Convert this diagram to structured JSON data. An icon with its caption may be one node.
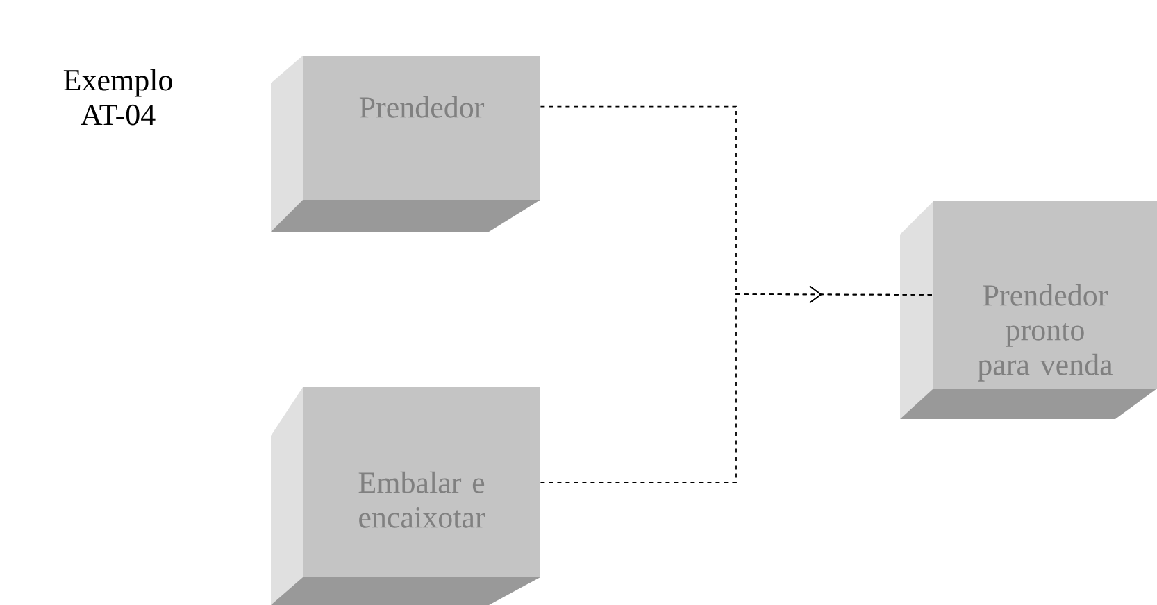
{
  "diagram": {
    "nodes": [
      {
        "text": [
          "Prendedor"
        ]
      },
      {
        "text": [
          "Embalar e encaixotar"
        ]
      },
      {
        "text": [
          "Prendedor pronto para venda"
        ]
      }
    ],
    "edges": [
      {
        "from": 0,
        "to": 2,
        "arrow": "to",
        "style": "dashed"
      },
      {
        "from": 1,
        "to": 2,
        "arrow": "to",
        "style": "dashed"
      }
    ],
    "labels": [
      "Exemplo AT-04"
    ]
  }
}
